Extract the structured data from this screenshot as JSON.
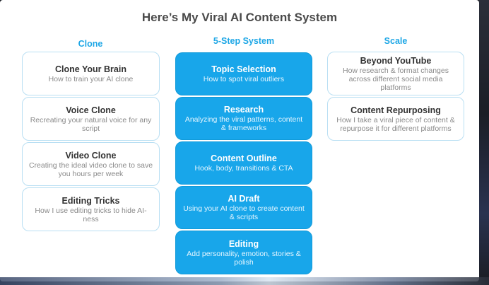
{
  "title": "Here’s My Viral AI Content System",
  "accent_color": "#18a6ea",
  "columns": {
    "clone": {
      "heading": "Clone",
      "cards": [
        {
          "title": "Clone Your Brain",
          "subtitle": "How to train your AI clone"
        },
        {
          "title": "Voice Clone",
          "subtitle": "Recreating your natural voice for any script"
        },
        {
          "title": "Video Clone",
          "subtitle": "Creating the ideal video clone to save you hours per week"
        },
        {
          "title": "Editing Tricks",
          "subtitle": "How I use editing tricks to hide AI-ness"
        }
      ]
    },
    "steps": {
      "heading": "5-Step System",
      "cards": [
        {
          "title": "Topic Selection",
          "subtitle": "How to spot viral outliers"
        },
        {
          "title": "Research",
          "subtitle": "Analyzing the viral patterns, content & frameworks"
        },
        {
          "title": "Content Outline",
          "subtitle": "Hook, body, transitions & CTA"
        },
        {
          "title": "AI Draft",
          "subtitle": "Using your AI clone to create content & scripts"
        },
        {
          "title": "Editing",
          "subtitle": "Add personality, emotion, stories & polish"
        }
      ]
    },
    "scale": {
      "heading": "Scale",
      "cards": [
        {
          "title": "Beyond YouTube",
          "subtitle": "How research & format changes across different social media platforms"
        },
        {
          "title": "Content Repurposing",
          "subtitle": "How I take a viral piece of content & repurpose it for different platforms"
        }
      ]
    }
  }
}
